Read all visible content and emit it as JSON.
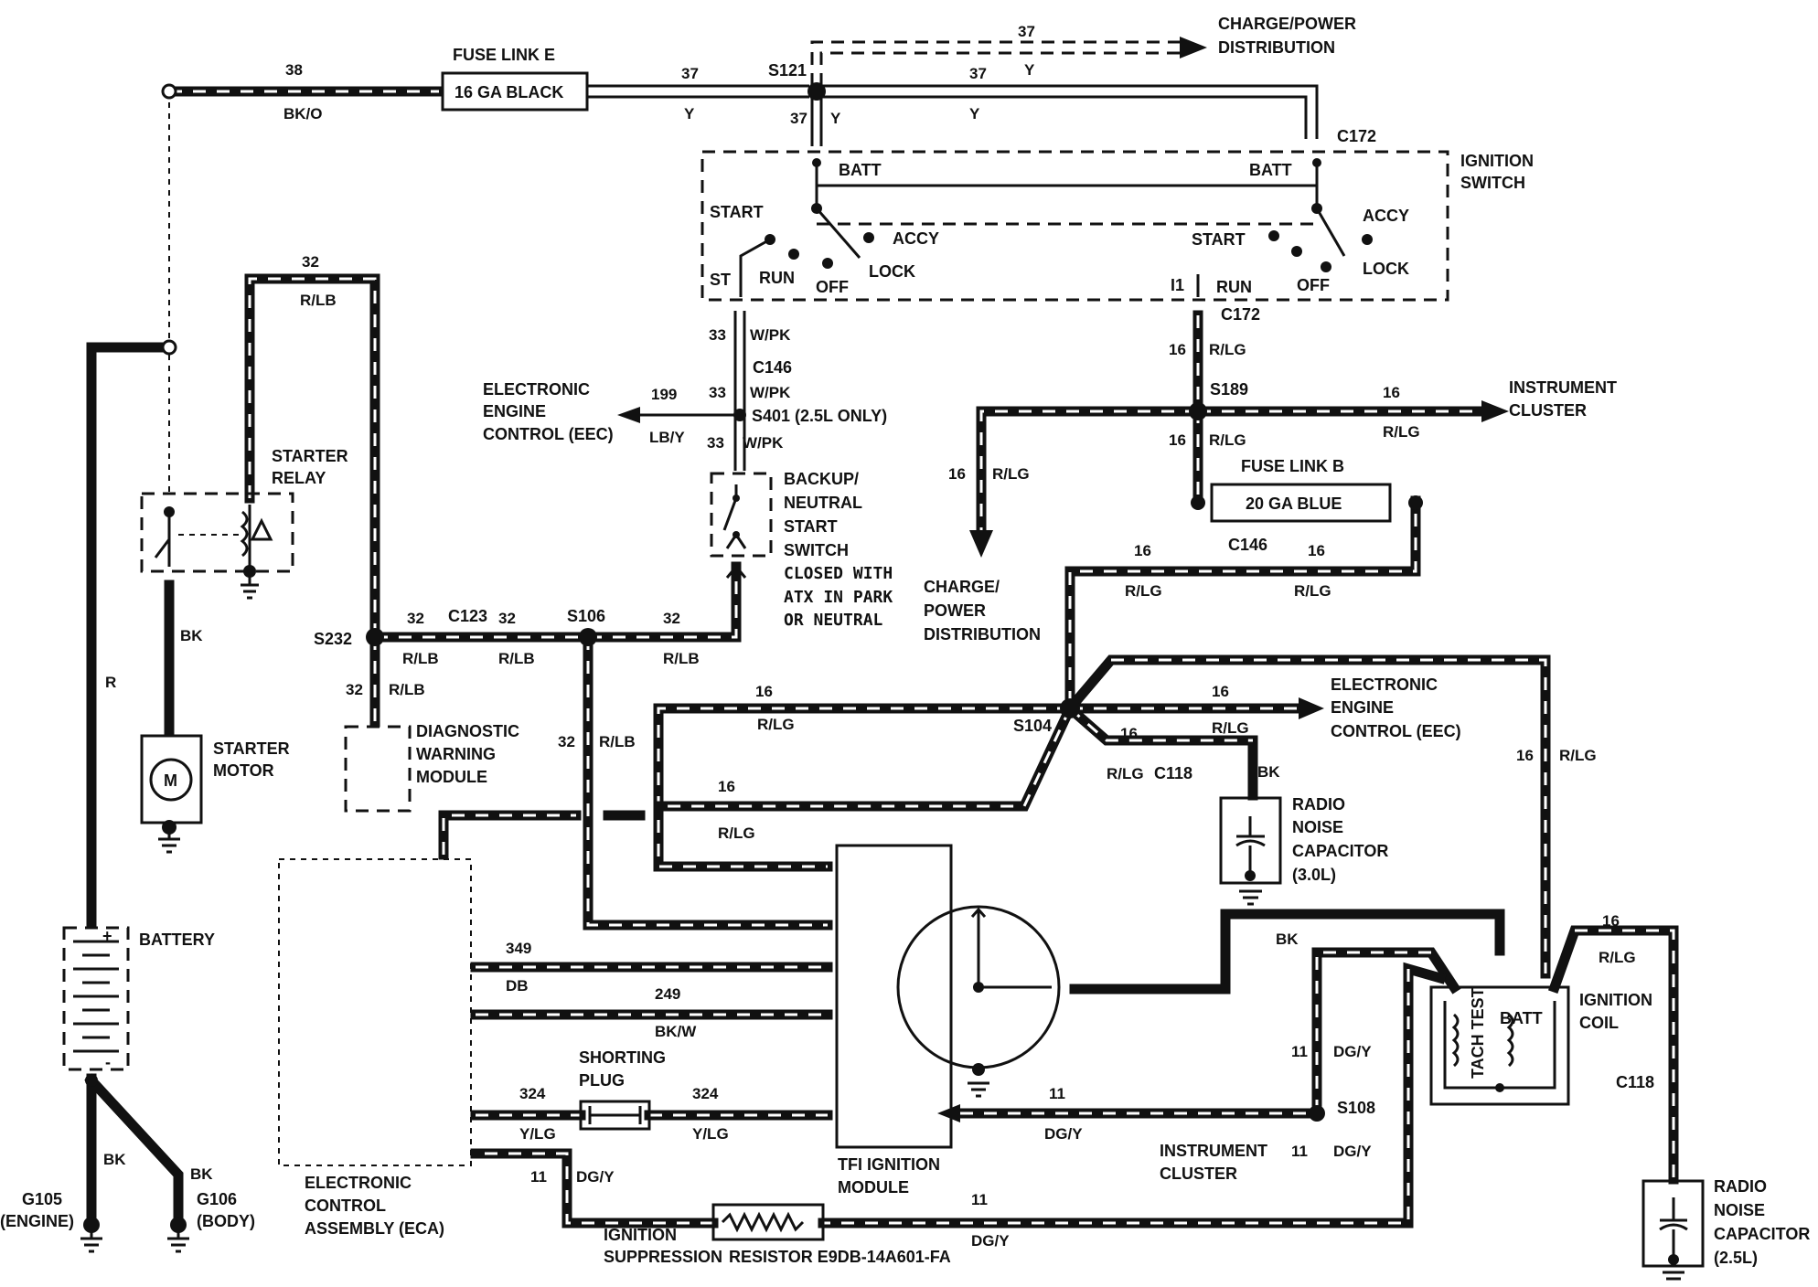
{
  "fuse_link_e": {
    "title": "FUSE LINK E",
    "rating": "16 GA BLACK"
  },
  "fuse_link_b": {
    "title": "FUSE LINK B",
    "rating": "20 GA BLUE"
  },
  "charge_power_top": {
    "line1": "CHARGE/POWER",
    "line2": "DISTRIBUTION"
  },
  "charge_power_mid": {
    "line1": "CHARGE/",
    "line2": "POWER",
    "line3": "DISTRIBUTION"
  },
  "ignition_switch": {
    "line1": "IGNITION",
    "line2": "SWITCH",
    "batt": "BATT",
    "start": "START",
    "accy": "ACCY",
    "run": "RUN",
    "off": "OFF",
    "lock": "LOCK",
    "st": "ST",
    "i1": "I1"
  },
  "starter_relay": {
    "line1": "STARTER",
    "line2": "RELAY"
  },
  "starter_motor": {
    "line1": "STARTER",
    "line2": "MOTOR",
    "symbol": "M"
  },
  "battery": {
    "label": "BATTERY",
    "plus": "+",
    "minus": "-"
  },
  "grounds": {
    "g105": "G105",
    "g105_sub": "(ENGINE)",
    "g106": "G106",
    "g106_sub": "(BODY)"
  },
  "eec_left": {
    "line1": "ELECTRONIC",
    "line2": "ENGINE",
    "line3": "CONTROL (EEC)"
  },
  "eec_right": {
    "line1": "ELECTRONIC",
    "line2": "ENGINE",
    "line3": "CONTROL (EEC)"
  },
  "instrument_cluster_top": {
    "line1": "INSTRUMENT",
    "line2": "CLUSTER"
  },
  "instrument_cluster_bottom": {
    "line1": "INSTRUMENT",
    "line2": "CLUSTER"
  },
  "backup_switch": {
    "line1": "BACKUP/",
    "line2": "NEUTRAL",
    "line3": "START",
    "line4": "SWITCH",
    "note1": "CLOSED WITH",
    "note2": "ATX IN PARK",
    "note3": "OR NEUTRAL"
  },
  "diag_module": {
    "line1": "DIAGNOSTIC",
    "line2": "WARNING",
    "line3": "MODULE"
  },
  "eca": {
    "line1": "ELECTRONIC",
    "line2": "CONTROL",
    "line3": "ASSEMBLY (ECA)"
  },
  "shorting_plug": {
    "line1": "SHORTING",
    "line2": "PLUG"
  },
  "tfi": {
    "line1": "TFI IGNITION",
    "line2": "MODULE"
  },
  "ignition_coil": {
    "line1": "IGNITION",
    "line2": "COIL",
    "tach": "TACH TEST",
    "batt": "BATT"
  },
  "radio_cap_30": {
    "line1": "RADIO",
    "line2": "NOISE",
    "line3": "CAPACITOR",
    "line4": "(3.0L)"
  },
  "radio_cap_25": {
    "line1": "RADIO",
    "line2": "NOISE",
    "line3": "CAPACITOR",
    "line4": "(2.5L)"
  },
  "resistor": {
    "line1": "IGNITION",
    "line2": "SUPPRESSION",
    "line3": "RESISTOR E9DB-14A601-FA"
  },
  "splices": {
    "s121": "S121",
    "s189": "S189",
    "s401": "S401 (2.5L ONLY)",
    "s232": "S232",
    "s106": "S106",
    "s104": "S104",
    "s108": "S108"
  },
  "connectors": {
    "c172": "C172",
    "c172b": "C172",
    "c146": "C146",
    "c146b": "C146",
    "c123": "C123",
    "c118": "C118",
    "c118b": "C118"
  },
  "wire_labels": {
    "n38": "38",
    "bko": "BK/O",
    "n37": "37",
    "y": "Y",
    "n33": "33",
    "wpk": "W/PK",
    "n199": "199",
    "lby": "LB/Y",
    "n32": "32",
    "rlb": "R/LB",
    "n16": "16",
    "rlg": "R/LG",
    "bk": "BK",
    "r": "R",
    "n349": "349",
    "db": "DB",
    "n249": "249",
    "bkw": "BK/W",
    "n324": "324",
    "ylg": "Y/LG",
    "n11": "11",
    "dgy": "DG/Y"
  }
}
